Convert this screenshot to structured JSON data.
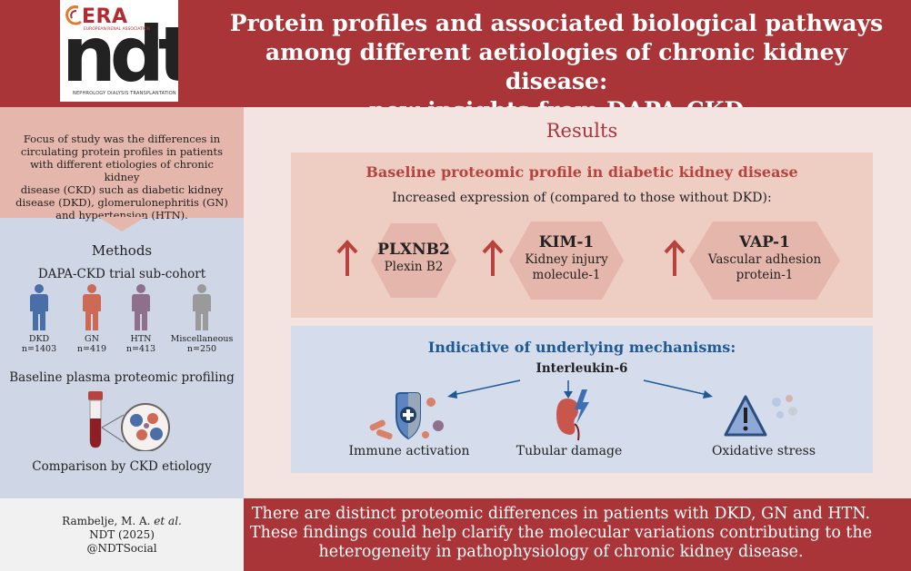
{
  "header": {
    "logo_era": "ERA",
    "logo_era_sub": "EUROPEAN RENAL ASSOCIATION",
    "logo_ndt": "ndt",
    "logo_sub": "NEPHROLOGY DIALYSIS TRANSPLANTATION",
    "title_line1": "Protein profiles and associated biological pathways",
    "title_line2": "among different aetiologies of chronic kidney disease:",
    "title_line3": "new insights from DAPA-CKD"
  },
  "sidebar": {
    "focus_line1": "Focus of study was the differences in",
    "focus_line2": "circulating protein profiles in patients",
    "focus_line3": "with different etiologies of chronic kidney",
    "focus_line4": "disease (CKD) such as diabetic kidney",
    "focus_line5": "disease (DKD), glomerulonephritis (GN)",
    "focus_line6": "and hypertension (HTN).",
    "methods_heading": "Methods",
    "trial_label": "DAPA-CKD trial sub-cohort",
    "cohorts": [
      {
        "name": "DKD",
        "n": "n=1403",
        "color": "#4a6fa8"
      },
      {
        "name": "GN",
        "n": "n=419",
        "color": "#cc6a55"
      },
      {
        "name": "HTN",
        "n": "n=413",
        "color": "#8e6f8c"
      },
      {
        "name": "Miscellaneous",
        "n": "n=250",
        "color": "#9a9a9a"
      }
    ],
    "profiling_label": "Baseline plasma proteomic profiling",
    "comparison_label": "Comparison by CKD etiology"
  },
  "results": {
    "heading": "Results",
    "baseline": {
      "heading": "Baseline proteomic profile in diabetic kidney disease",
      "subheading": "Increased expression of (compared to those without DKD):",
      "proteins": [
        {
          "name": "PLXNB2",
          "desc_line1": "Plexin B2",
          "desc_line2": ""
        },
        {
          "name": "KIM-1",
          "desc_line1": "Kidney injury",
          "desc_line2": "molecule-1"
        },
        {
          "name": "VAP-1",
          "desc_line1": "Vascular adhesion",
          "desc_line2": "protein-1"
        }
      ]
    },
    "mechanisms": {
      "heading": "Indicative of underlying mechanisms:",
      "center_label": "Interleukin-6",
      "items": [
        {
          "label": "Immune activation",
          "icon": "shield-cross-icon"
        },
        {
          "label": "Tubular damage",
          "icon": "kidney-lightning-icon"
        },
        {
          "label": "Oxidative stress",
          "icon": "warning-triangle-icon"
        }
      ]
    }
  },
  "footer": {
    "citation_author": "Rambelje, M. A. ",
    "citation_etal": "et al.",
    "citation_journal": "NDT (2025)",
    "citation_social": "@NDTSocial",
    "conclusion_line1": "There are distinct proteomic differences in patients with DKD, GN and HTN.",
    "conclusion_line2": "These findings could help clarify the molecular variations contributing to the",
    "conclusion_line3": "heterogeneity in pathophysiology of chronic kidney disease."
  },
  "colors": {
    "brand_red": "#a93538",
    "peach": "#e5b6ab",
    "light_blue": "#cfd6e6",
    "arrow_red": "#b8433e",
    "mechanism_blue": "#1f5a94"
  }
}
